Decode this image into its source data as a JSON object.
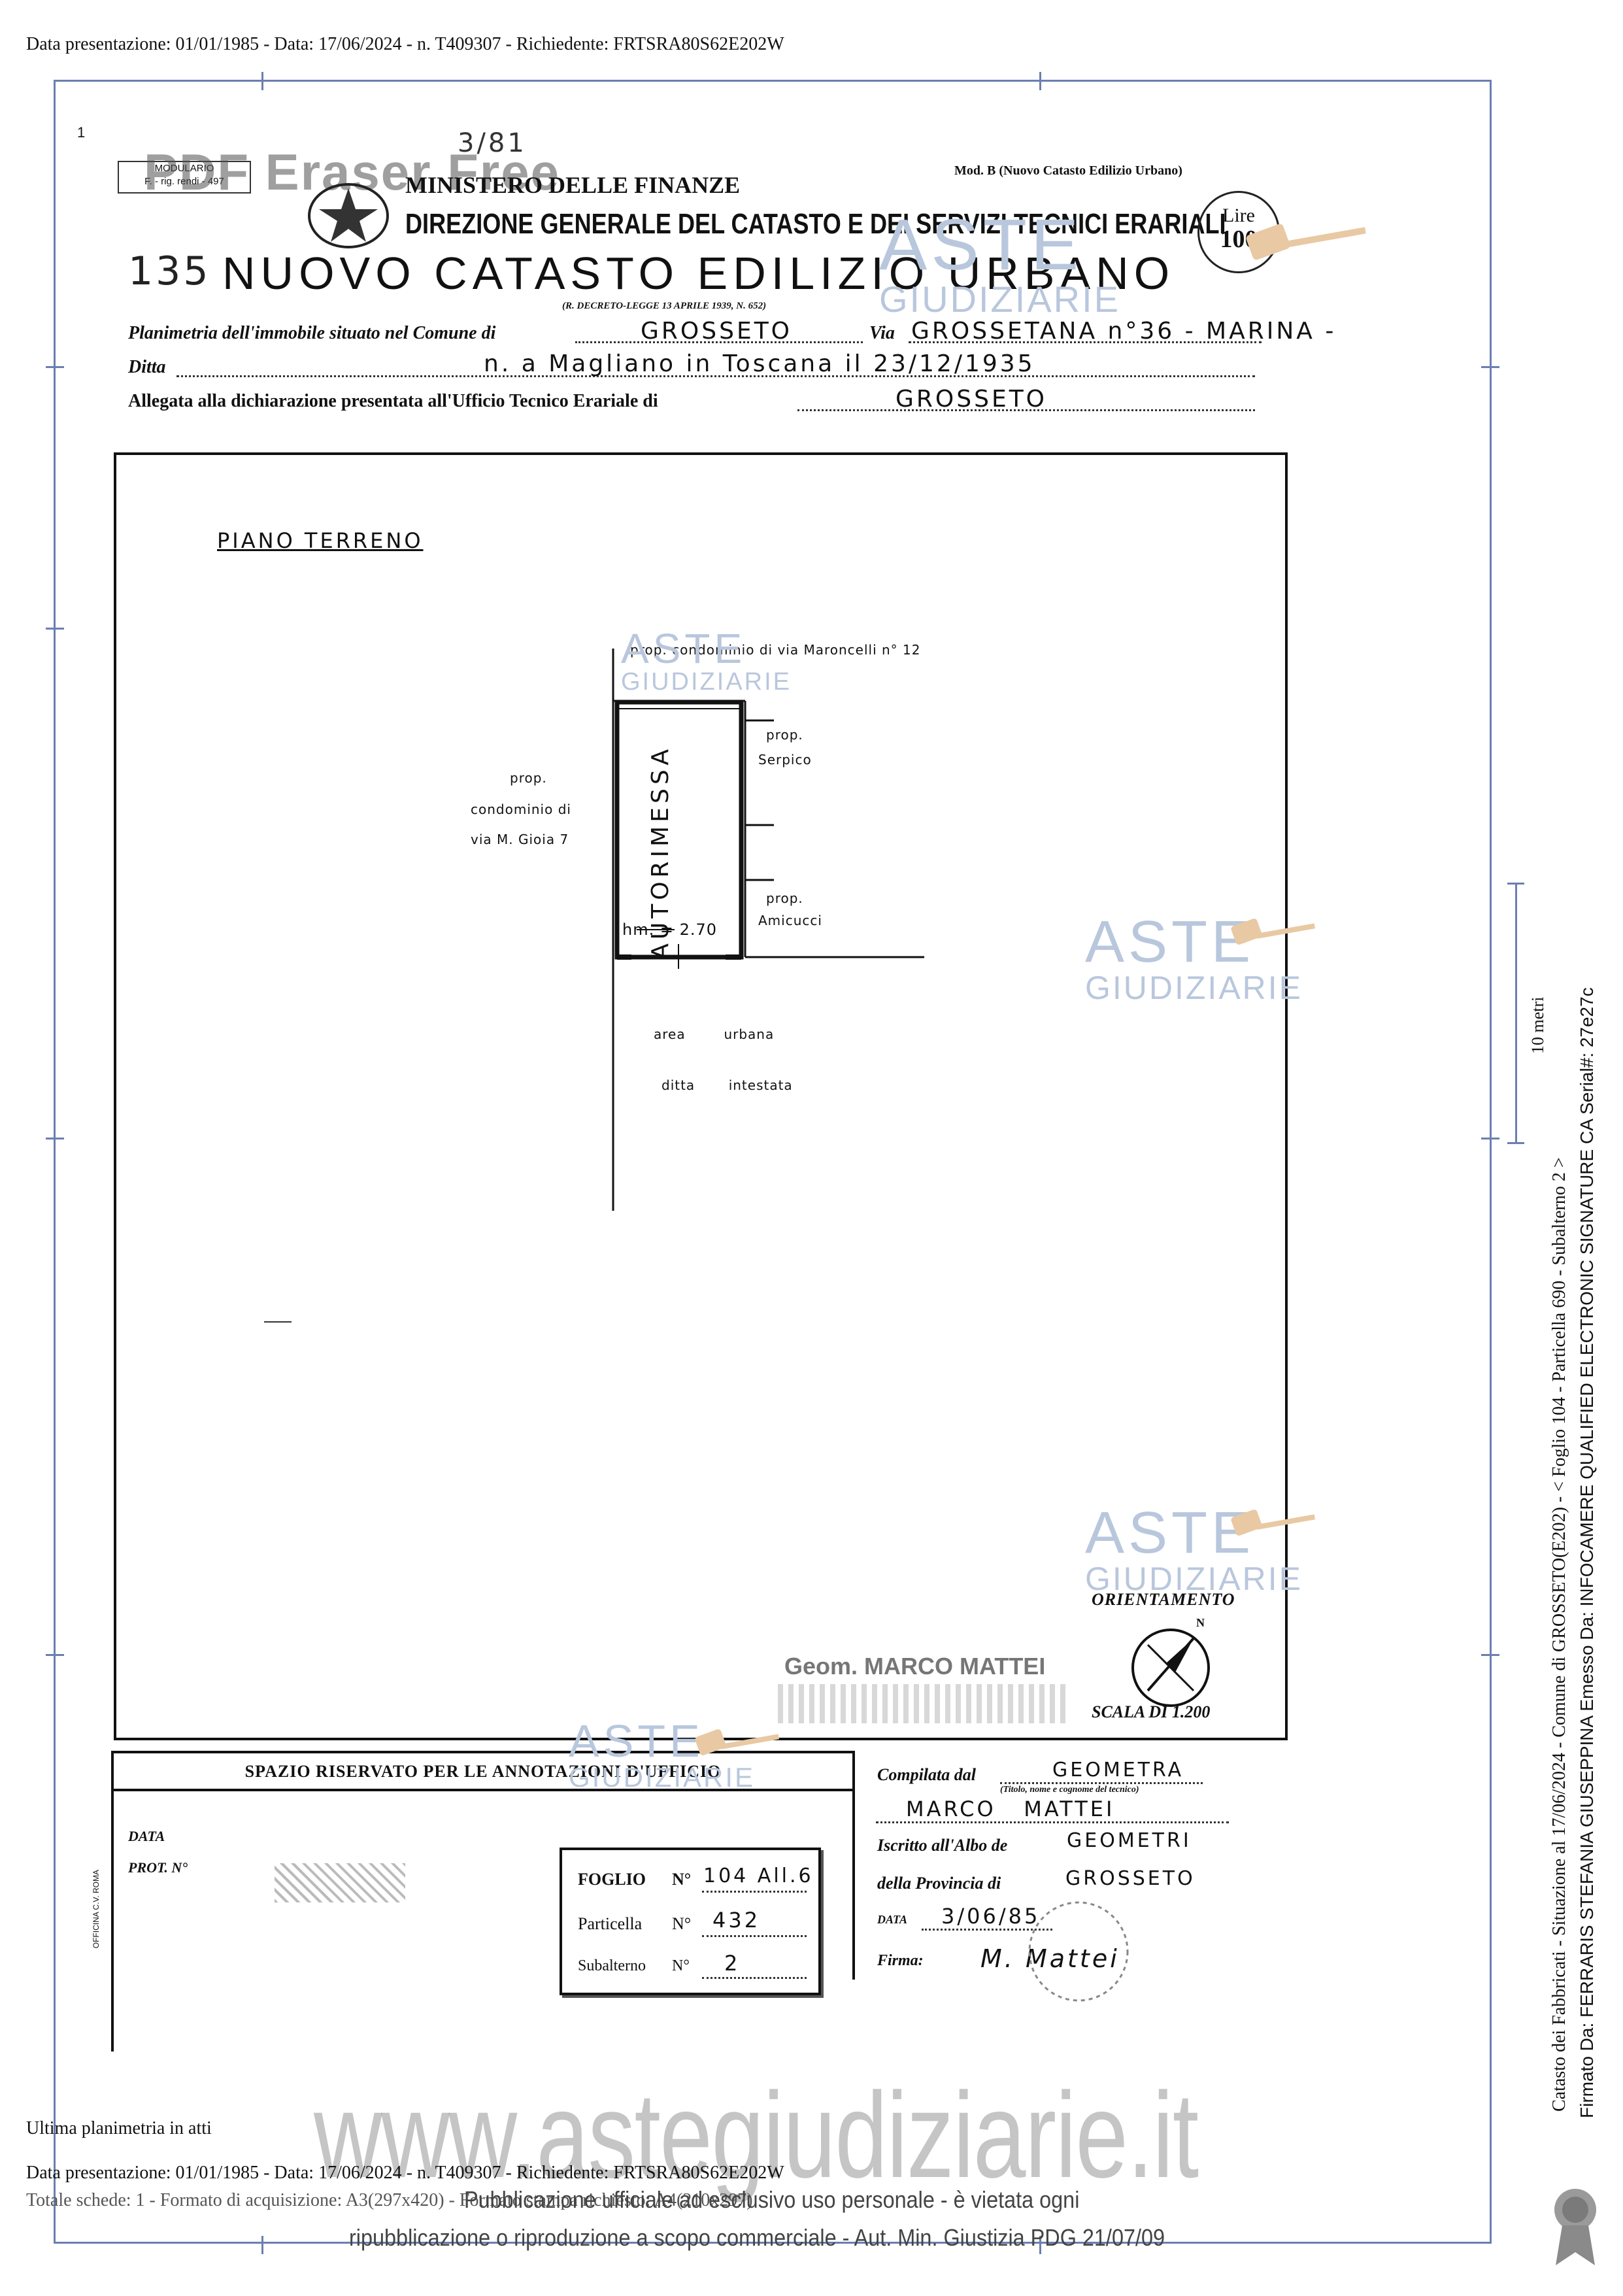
{
  "header_line": "Data presentazione: 01/01/1985 - Data: 17/06/2024 - n. T409307 - Richiedente: FRTSRA80S62E202W",
  "footer_line_1": "Data presentazione: 01/01/1985 - Data: 17/06/2024 - n. T409307 - Richiedente: FRTSRA80S62E202W",
  "footer_line_2": "Totale schede: 1 - Formato di acquisizione: A3(297x420) - Formato stampa richiesto: A4(210x297)",
  "ultima": "Ultima planimetria in atti",
  "side_text_1": "Catasto dei Fabbricati - Situazione al 17/06/2024 - Comune di GROSSETO(E202) - < Foglio 104 - Particella 690 - Subalterno 2 >",
  "side_text_2": "Firmato Da: FERRARIS STEFANIA GIUSEPPINA Emesso Da: INFOCAMERE QUALIFIED ELECTRONIC SIGNATURE CA Serial#: 27e27c",
  "side_scale": "10 metri",
  "form": {
    "modulario": "MODULARIO",
    "modulario_sub": "F. - rig. rendi - 497",
    "pdf_watermark": "PDF Eraser Free",
    "mod_b": "Mod. B (Nuovo Catasto Edilizio Urbano)",
    "ministero": "MINISTERO DELLE FINANZE",
    "direzione": "DIREZIONE GENERALE DEL CATASTO E DEI SERVIZI TECNICI ERARIALI",
    "lire_label": "Lire",
    "lire_value": "100",
    "number_handwritten": "135",
    "top_handwritten": "3/81",
    "title": "NUOVO CATASTO EDILIZIO URBANO",
    "decreto": "(R. DECRETO-LEGGE 13 APRILE 1939, N. 652)",
    "line1_label": "Planimetria dell'immobile situato nel Comune di",
    "line1_comune": "GROSSETO",
    "line1_via_label": "Via",
    "line1_via": "GROSSETANA n°36 - MARINA -",
    "line2_label": "Ditta",
    "line2_value": "n. a Magliano in Toscana  il 23/12/1935",
    "line3_label": "Allegata alla dichiarazione presentata all'Ufficio Tecnico Erariale di",
    "line3_value": "GROSSETO"
  },
  "plan": {
    "piano": "PIANO TERRENO",
    "prop_top": "prop. condominio di via Maroncelli n° 12",
    "room": "AUTORIMESSA",
    "height": "hm. = 2.70",
    "prop_right_1": "prop.",
    "prop_right_1b": "Serpico",
    "prop_right_2": "prop.",
    "prop_right_2b": "Amicucci",
    "prop_left_1": "prop.",
    "prop_left_2": "condominio di",
    "prop_left_3": "via M. Gioia 7",
    "area_1": "area        urbana",
    "area_2": "ditta       intestata",
    "orientamento": "ORIENTAMENTO",
    "north": "N",
    "scala": "SCALA DI 1.200",
    "geom_stamp": "Geom. MARCO MATTEI"
  },
  "bottom": {
    "spazio": "SPAZIO RISERVATO PER LE ANNOTAZIONI D'UFFICIO",
    "data_label": "DATA",
    "prot_label": "PROT. N°",
    "officina": "OFFICINA C.V. ROMA",
    "foglio_label": "FOGLIO",
    "foglio_no": "N°",
    "foglio_value": "104 All.6",
    "particella_label": "Particella",
    "particella_no": "N°",
    "particella_value": "432",
    "subalterno_label": "Subalterno",
    "subalterno_no": "N°",
    "subalterno_value": "2",
    "compilata_label": "Compilata dal",
    "compilata_value": "GEOMETRA",
    "titolo_note": "(Titolo, nome e cognome del tecnico)",
    "tecnico": "MARCO   MATTEI",
    "iscritto_label": "Iscritto all'Albo de",
    "iscritto_value": "GEOMETRI",
    "provincia_label": "della Provincia di",
    "provincia_value": "GROSSETO",
    "data_label2": "DATA",
    "data_value": "3/06/85",
    "firma_label": "Firma:",
    "firma_value": "M. Mattei"
  },
  "watermarks": {
    "aste_1": "ASTE",
    "aste_2": "GIUDIZIARIE",
    "site": "www.astegiudiziarie.it",
    "notice_1": "Pubblicazione ufficiale ad esclusivo uso personale - è vietata ogni",
    "notice_2": "ripubblicazione o riproduzione a scopo commerciale - Aut. Min. Giustizia PDG 21/07/09"
  },
  "colors": {
    "frame": "#6b7fb0",
    "watermark": "#b9c7dd",
    "ink": "#111111"
  }
}
